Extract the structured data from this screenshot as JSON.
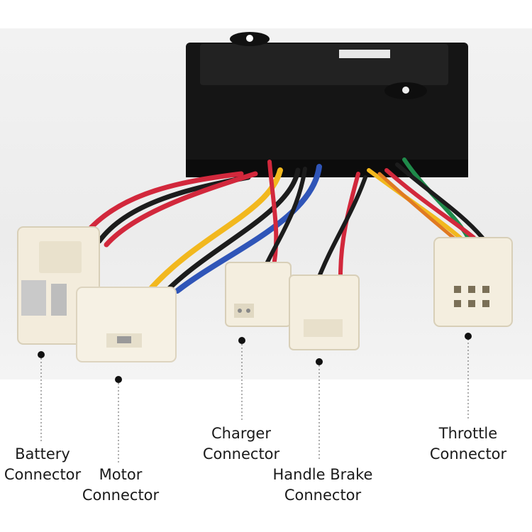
{
  "labels": {
    "battery": [
      "Battery",
      "Connector"
    ],
    "motor": [
      "Motor",
      "Connector"
    ],
    "charger": [
      "Charger",
      "Connector"
    ],
    "handle_brake": [
      "Handle Brake",
      "Connector"
    ],
    "throttle": [
      "Throttle",
      "Connector"
    ]
  },
  "colors": {
    "controller_body": "#151515",
    "connector_housing": "#f3ecdc",
    "wire_red": "#d2283c",
    "wire_black": "#1c1c1c",
    "wire_yellow": "#f2b81e",
    "wire_blue": "#2f55b8",
    "wire_green": "#1f8a4a",
    "wire_orange": "#e07a22"
  }
}
